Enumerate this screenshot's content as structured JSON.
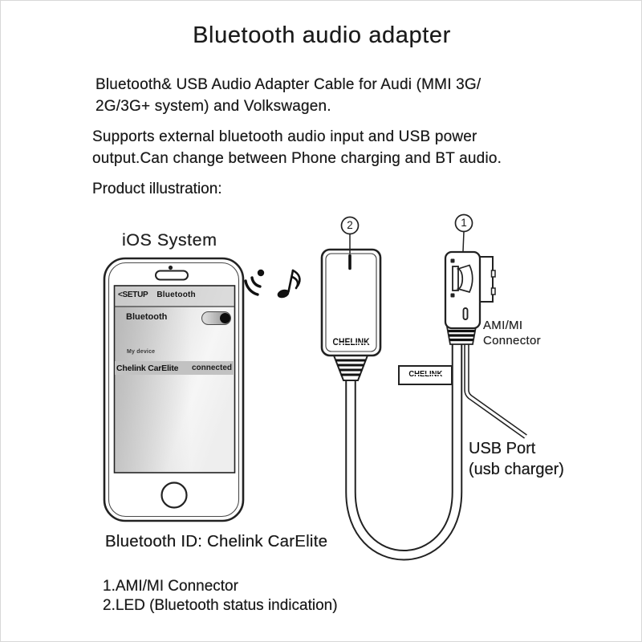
{
  "header": {
    "title": "Bluetooth audio adapter"
  },
  "intro": {
    "line1": "Bluetooth& USB Audio Adapter Cable for Audi (MMI 3G/",
    "line2": "2G/3G+ system) and Volkswagen."
  },
  "features": {
    "line1": "Supports external bluetooth audio input and USB power",
    "line2": "output.Can change between Phone charging and BT audio."
  },
  "section": {
    "label": "Product illustration:"
  },
  "phone": {
    "system_label": "iOS System",
    "screen": {
      "back_label": "<SETUP",
      "header_title": "Bluetooth",
      "bluetooth_label": "Bluetooth",
      "bluetooth_toggle_state": "on",
      "list_section_label": "My device",
      "device_name": "Chelink CarElite",
      "device_status": "connected"
    }
  },
  "illustration": {
    "callout_1": "1",
    "callout_2": "2",
    "adapter_logo": "CHELINK",
    "cable_tag_logo": "CHELINK",
    "ami_label_line1": "AMI/MI",
    "ami_label_line2": "Connector",
    "usb_label_line1": "USB Port",
    "usb_label_line2": "(usb charger)"
  },
  "footer": {
    "bluetooth_id": "Bluetooth ID: Chelink CarElite",
    "note1": "1.AMI/MI Connector",
    "note2": "2.LED (Bluetooth status indication)"
  },
  "colors": {
    "ink": "#1b1b1b",
    "line_art": "#222222",
    "screen_gray": "#c9c9c9",
    "toggle_knob": "#0c0c0c"
  }
}
